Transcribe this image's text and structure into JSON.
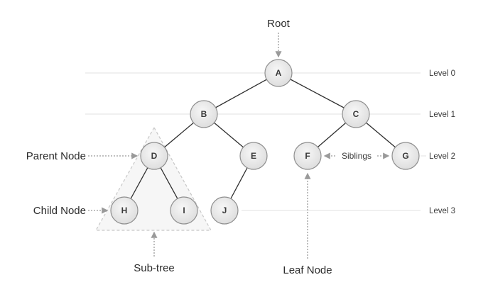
{
  "nodes": [
    "A",
    "B",
    "C",
    "D",
    "E",
    "F",
    "G",
    "H",
    "I",
    "J"
  ],
  "edges": [
    [
      "A",
      "B"
    ],
    [
      "A",
      "C"
    ],
    [
      "B",
      "D"
    ],
    [
      "B",
      "E"
    ],
    [
      "C",
      "F"
    ],
    [
      "C",
      "G"
    ],
    [
      "D",
      "H"
    ],
    [
      "D",
      "I"
    ],
    [
      "E",
      "J"
    ]
  ],
  "levels": [
    "Level 0",
    "Level 1",
    "Level 2",
    "Level 3"
  ],
  "annotations": {
    "root": "Root",
    "parent_node": "Parent Node",
    "child_node": "Child Node",
    "siblings": "Siblings",
    "sub_tree": "Sub-tree",
    "leaf_node": "Leaf Node"
  },
  "colors": {
    "node_fill": "#e9e9e9",
    "node_stroke": "#8f8f8f",
    "edge": "#2f2f2f",
    "level_line": "#e2e2e2",
    "arrow": "#9a9a9a",
    "subtree": "#c8c8c8"
  }
}
